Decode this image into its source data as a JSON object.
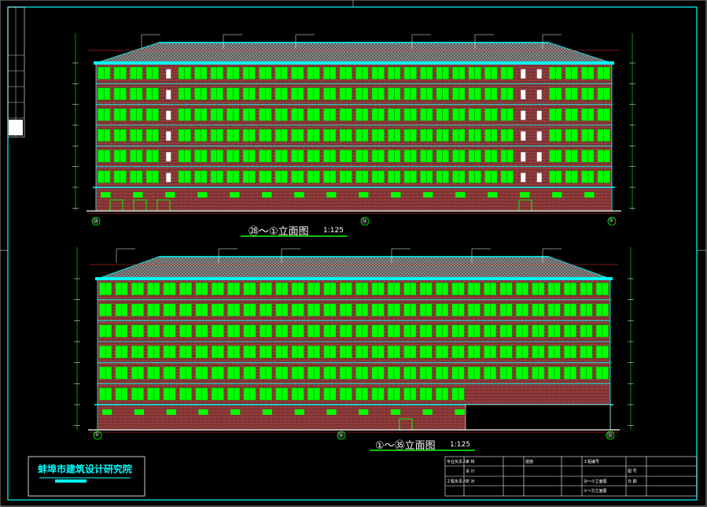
{
  "drawing": {
    "upper_title": "㉘～①立面图",
    "upper_scale": "1:125",
    "lower_title": "①～㉟立面图",
    "lower_scale": "1:125",
    "institute": "蚌埠市建筑设计研究院"
  },
  "title_block": {
    "cells": [
      {
        "label": "专业负责人"
      },
      {
        "label": "审 核"
      },
      {
        "label": "设 计"
      },
      {
        "label": "工程负责人"
      },
      {
        "label": "校 对"
      },
      {
        "label": "建施"
      },
      {
        "label": "工程编号"
      },
      {
        "label": "图 号"
      },
      {
        "label": "日 期"
      },
      {
        "label": "㉘～①立面图"
      },
      {
        "label": "①～㉟立面图"
      }
    ]
  },
  "axis_markers": {
    "upper": [
      "㉘",
      "⑭",
      "①"
    ],
    "lower": [
      "①",
      "⑯",
      "㉟"
    ]
  },
  "colors": {
    "border": "#00ffff",
    "brick": "#8a3c3c",
    "window": "#00ff00",
    "roof": "#a0a0a0",
    "trim": "#00ffff",
    "dim": "#ffffff"
  }
}
